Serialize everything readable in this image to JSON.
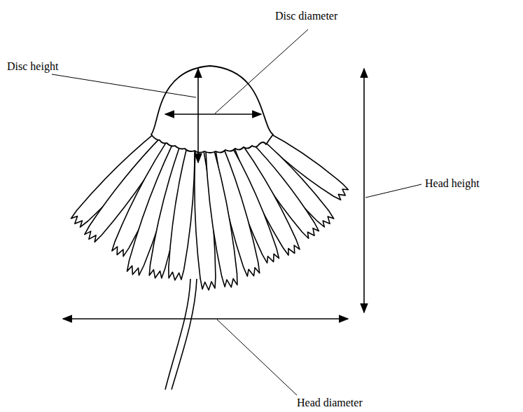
{
  "diagram": {
    "labels": [
      "Disc diameter",
      "Disc height",
      "Head height",
      "Head diameter"
    ]
  }
}
